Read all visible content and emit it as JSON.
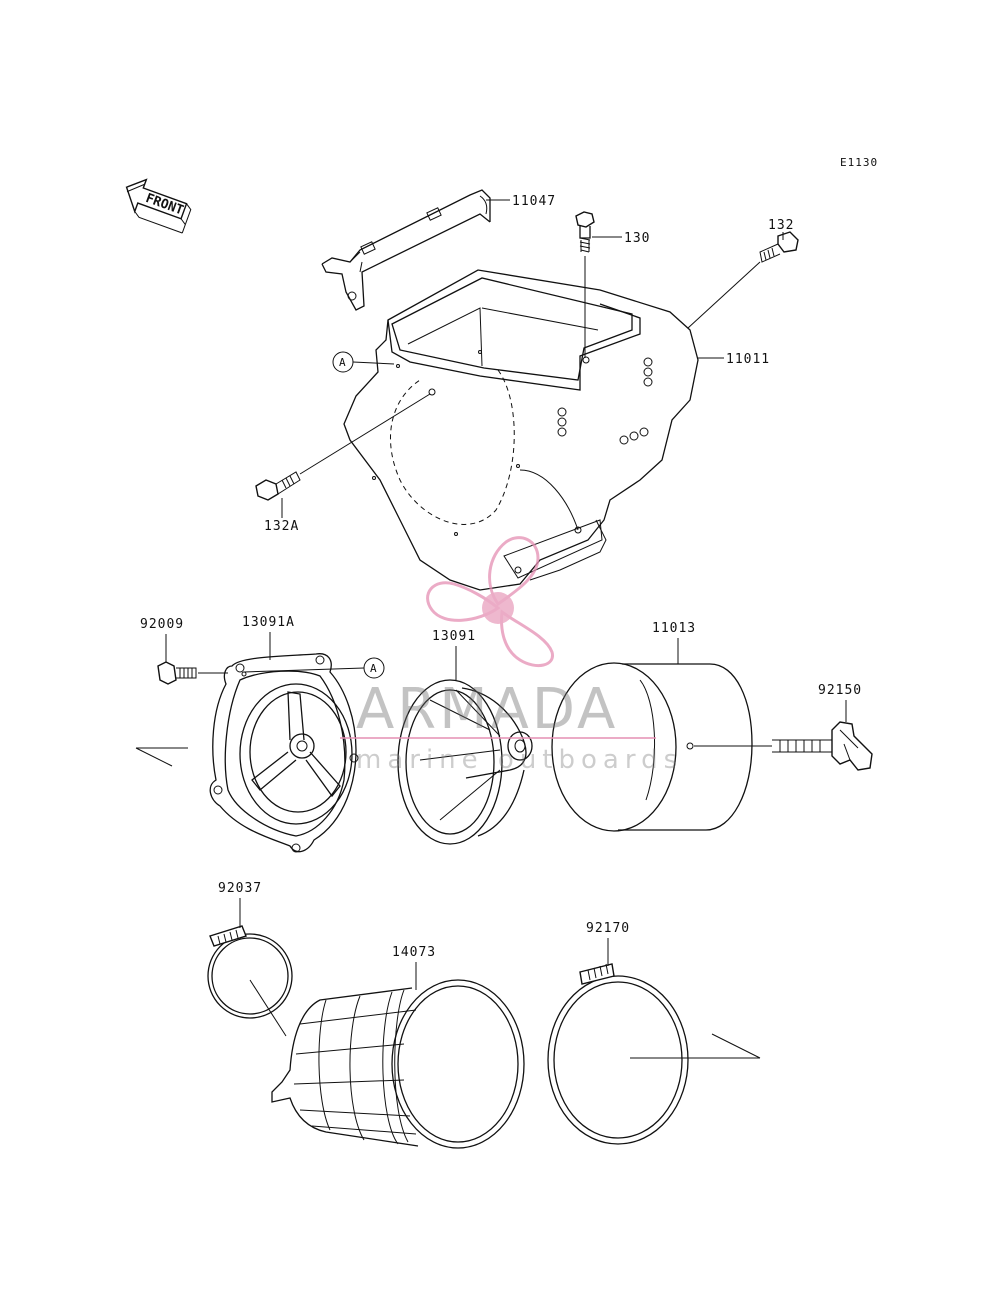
{
  "diagram": {
    "code": "E1130",
    "front_label": "FRONT",
    "callout_a": "A",
    "parts": [
      {
        "id": "11047",
        "label": "11047"
      },
      {
        "id": "130",
        "label": "130"
      },
      {
        "id": "132",
        "label": "132"
      },
      {
        "id": "11011",
        "label": "11011"
      },
      {
        "id": "132A",
        "label": "132A"
      },
      {
        "id": "92009",
        "label": "92009"
      },
      {
        "id": "13091A",
        "label": "13091A"
      },
      {
        "id": "13091",
        "label": "13091"
      },
      {
        "id": "11013",
        "label": "11013"
      },
      {
        "id": "92150",
        "label": "92150"
      },
      {
        "id": "92037",
        "label": "92037"
      },
      {
        "id": "14073",
        "label": "14073"
      },
      {
        "id": "92170",
        "label": "92170"
      }
    ]
  },
  "watermark": {
    "brand": "ARMADA",
    "tagline": "marine outboards",
    "logo_color": "#e58fb3",
    "text_color": "#707070"
  }
}
